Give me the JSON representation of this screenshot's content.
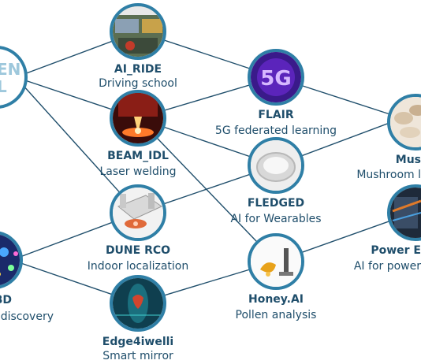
{
  "nodes": [
    {
      "id": "hub",
      "title": "EN",
      "subtitle": "L",
      "icon": "hub-logo-icon"
    },
    {
      "id": "ai_ride",
      "title": "AI_RIDE",
      "subtitle": "Driving school",
      "icon": "driving-simulator-icon"
    },
    {
      "id": "beam_idl",
      "title": "BEAM_IDL",
      "subtitle": "Laser welding",
      "icon": "laser-welding-icon"
    },
    {
      "id": "dune_rco",
      "title": "DUNE RCO",
      "subtitle": "Indoor localization",
      "icon": "room-floorplan-icon"
    },
    {
      "id": "bd",
      "title": "BD",
      "subtitle": "discovery",
      "icon": "data-visualization-icon"
    },
    {
      "id": "edge4iwelli",
      "title": "Edge4iwelli",
      "subtitle": "Smart mirror",
      "icon": "heart-scan-icon"
    },
    {
      "id": "flair",
      "title": "FLAIR",
      "subtitle": "5G federated learning",
      "icon": "5g-network-icon"
    },
    {
      "id": "fledged",
      "title": "FLEDGED",
      "subtitle": "AI for Wearables",
      "icon": "wearable-device-icon"
    },
    {
      "id": "honey_ai",
      "title": "Honey.AI",
      "subtitle": "Pollen analysis",
      "icon": "honey-microscope-icon"
    },
    {
      "id": "mush",
      "title": "Mus",
      "subtitle": "Mushroom l",
      "icon": "mushroom-icon"
    },
    {
      "id": "power_e",
      "title": "Power E",
      "subtitle": "AI for power",
      "icon": "power-electronics-icon"
    }
  ],
  "edges": [
    [
      "hub",
      "ai_ride"
    ],
    [
      "hub",
      "beam_idl"
    ],
    [
      "hub",
      "dune_rco"
    ],
    [
      "ai_ride",
      "flair"
    ],
    [
      "beam_idl",
      "flair"
    ],
    [
      "beam_idl",
      "fledged"
    ],
    [
      "beam_idl",
      "honey_ai"
    ],
    [
      "dune_rco",
      "fledged"
    ],
    [
      "dune_rco",
      "bd"
    ],
    [
      "bd",
      "edge4iwelli"
    ],
    [
      "edge4iwelli",
      "honey_ai"
    ],
    [
      "flair",
      "mush"
    ],
    [
      "fledged",
      "mush"
    ],
    [
      "honey_ai",
      "power_e"
    ]
  ],
  "colors": {
    "accent": "#1f4e6b",
    "ring": "#2f7fa6"
  }
}
